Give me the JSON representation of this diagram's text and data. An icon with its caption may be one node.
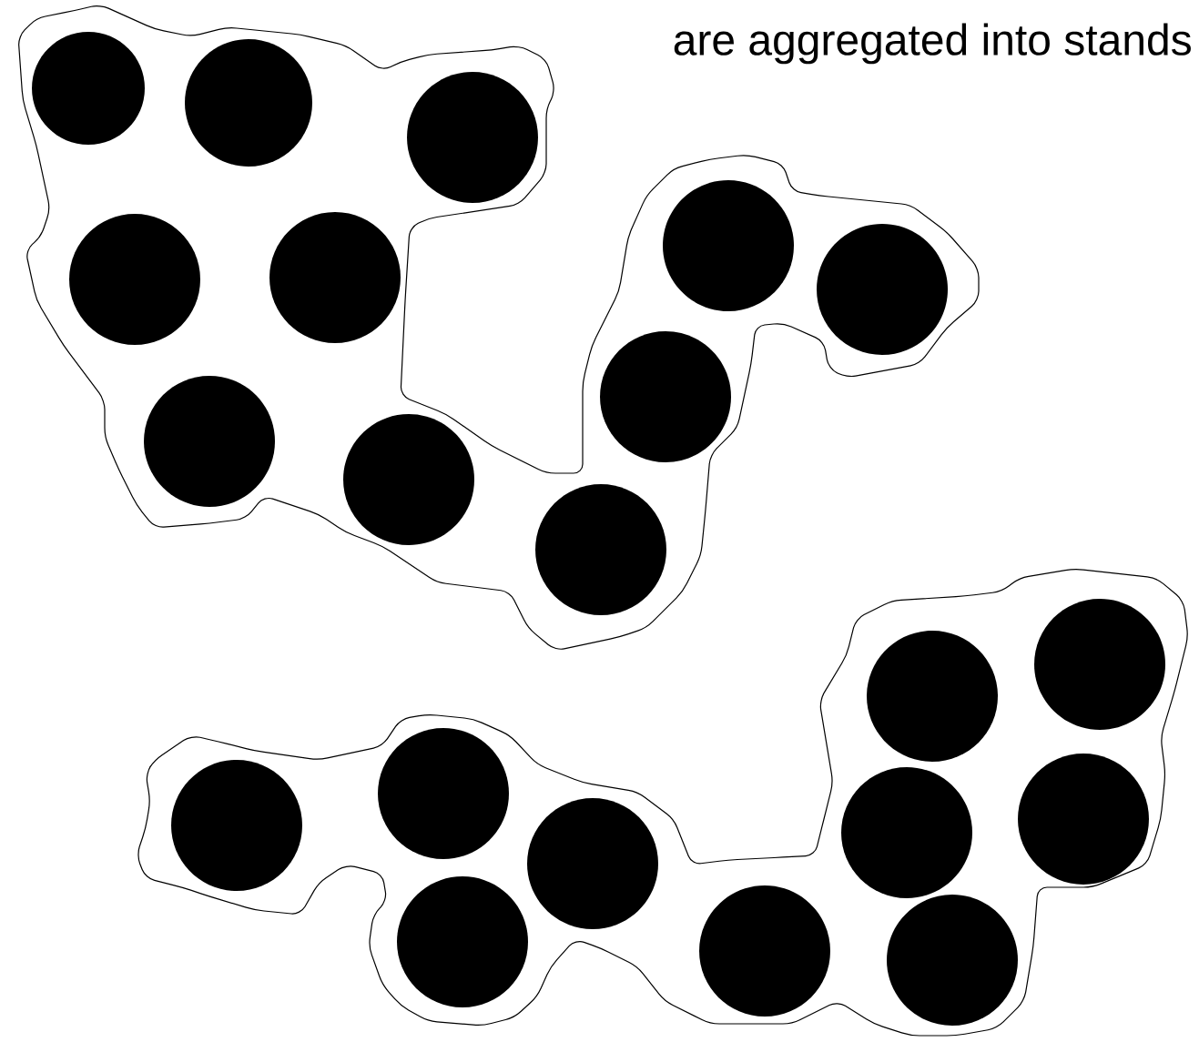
{
  "diagram": {
    "nodes": [
      {
        "text": [],
        "shape": "blob"
      },
      {
        "text": [],
        "shape": "blob"
      },
      {
        "text": [],
        "shape": "circle",
        "in": 0
      },
      {
        "text": [],
        "shape": "circle",
        "in": 0
      },
      {
        "text": [],
        "shape": "circle",
        "in": 0
      },
      {
        "text": [],
        "shape": "circle",
        "in": 0
      },
      {
        "text": [],
        "shape": "circle",
        "in": 0
      },
      {
        "text": [],
        "shape": "circle",
        "in": 0
      },
      {
        "text": [],
        "shape": "circle",
        "in": 0
      },
      {
        "text": [],
        "shape": "circle",
        "in": 0
      },
      {
        "text": [],
        "shape": "circle",
        "in": 0
      },
      {
        "text": [],
        "shape": "circle",
        "in": 0
      },
      {
        "text": [],
        "shape": "circle",
        "in": 0
      },
      {
        "text": [],
        "shape": "circle",
        "in": 1
      },
      {
        "text": [],
        "shape": "circle",
        "in": 1
      },
      {
        "text": [],
        "shape": "circle",
        "in": 1
      },
      {
        "text": [],
        "shape": "circle",
        "in": 1
      },
      {
        "text": [],
        "shape": "circle",
        "in": 1
      },
      {
        "text": [],
        "shape": "circle",
        "in": 1
      },
      {
        "text": [],
        "shape": "circle",
        "in": 1
      },
      {
        "text": [],
        "shape": "circle",
        "in": 1
      },
      {
        "text": [],
        "shape": "circle",
        "in": 1
      },
      {
        "text": [],
        "shape": "circle",
        "in": 1
      }
    ],
    "labels": [
      "are aggregated into stands"
    ]
  }
}
